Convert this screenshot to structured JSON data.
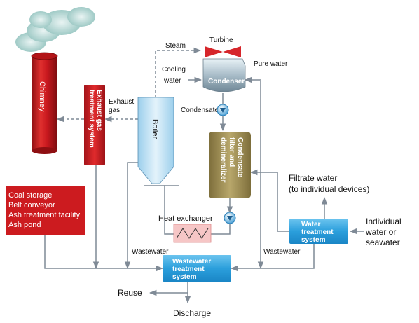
{
  "labels": {
    "turbine": "Turbine",
    "steam": "Steam",
    "cooling_water_1": "Cooling",
    "cooling_water_2": "water",
    "condenser": "Condenser",
    "pure_water": "Pure water",
    "condensate": "Condensate",
    "exhaust_gas_1": "Exhaust",
    "exhaust_gas_2": "gas",
    "chimney": "Chimney",
    "exhaust_treatment_1": "Exhaust gas",
    "exhaust_treatment_2": "treatment system",
    "boiler": "Boiler",
    "cond_filter_1": "Condensate",
    "cond_filter_2": "filter and",
    "cond_filter_3": "demineralizer",
    "coal_1": "Coal storage",
    "coal_2": "Belt conveyor",
    "coal_3": "Ash treatment facility",
    "coal_4": "Ash pond",
    "heat_exchanger": "Heat exchanger",
    "wastewater_left": "Wastewater",
    "wastewater_right": "Wastewater",
    "wwt_1": "Wastewater",
    "wwt_2": "treatment",
    "wwt_3": "system",
    "wt_1": "Water",
    "wt_2": "treatment",
    "wt_3": "system",
    "filtrate_1": "Filtrate water",
    "filtrate_2": "(to individual devices)",
    "indiv_1": "Individual",
    "indiv_2": "water or",
    "indiv_3": "seawater",
    "reuse": "Reuse",
    "discharge": "Discharge"
  },
  "colors": {
    "chimney_red": "#c8181e",
    "treatment_red": "#cc1b1f",
    "boiler_blue": "#bfe0f3",
    "filter_olive": "#9a8a52",
    "treatment_blue": "#2b9fdc",
    "turbine_red": "#d6262b",
    "heat_ex_pink": "#f6c6c6",
    "line_gray": "#7f8a96"
  }
}
